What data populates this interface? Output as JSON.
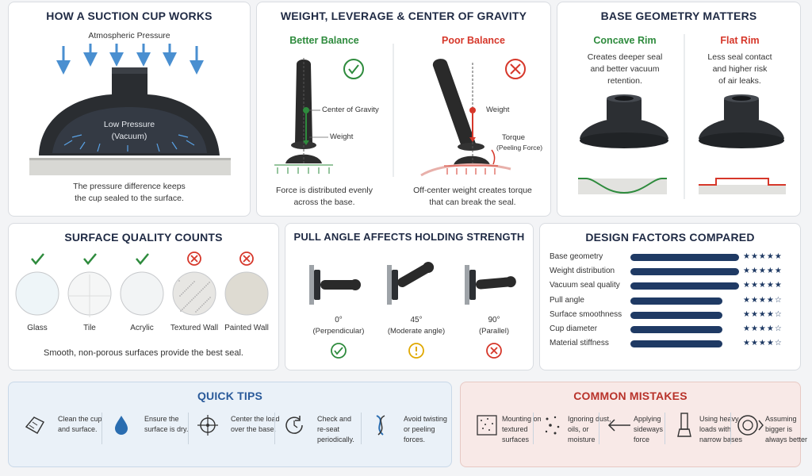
{
  "suction": {
    "title": "HOW A SUCTION CUP WORKS",
    "atmospheric": "Atmospheric Pressure",
    "low_pressure": "Low Pressure",
    "vacuum": "(Vacuum)",
    "caption1": "The pressure difference keeps",
    "caption2": "the cup sealed to the surface."
  },
  "weight": {
    "title": "WEIGHT, LEVERAGE & CENTER OF GRAVITY",
    "better": "Better Balance",
    "poor": "Poor Balance",
    "cog": "Center of Gravity",
    "weight_l": "Weight",
    "weight_r": "Weight",
    "torque": "Torque",
    "peeling": "(Peeling Force)",
    "cap_l1": "Force is distributed evenly",
    "cap_l2": "across the base.",
    "cap_r1": "Off-center weight creates torque",
    "cap_r2": "that can break the seal."
  },
  "geometry": {
    "title": "BASE GEOMETRY MATTERS",
    "concave": "Concave Rim",
    "flat": "Flat Rim",
    "concave_desc": [
      "Creates deeper seal",
      "and better vacuum",
      "retention."
    ],
    "flat_desc": [
      "Less seal contact",
      "and higher risk",
      "of air leaks."
    ]
  },
  "surface": {
    "title": "SURFACE QUALITY COUNTS",
    "items": [
      {
        "label": "Glass",
        "ok": true
      },
      {
        "label": "Tile",
        "ok": true
      },
      {
        "label": "Acrylic",
        "ok": true
      },
      {
        "label": "Textured Wall",
        "ok": false
      },
      {
        "label": "Painted Wall",
        "ok": false
      }
    ],
    "caption": "Smooth, non-porous surfaces provide the best seal."
  },
  "pull": {
    "title": "PULL ANGLE AFFECTS HOLDING STRENGTH",
    "angles": [
      {
        "deg": "0°",
        "desc": "(Perpendicular)",
        "status": "good"
      },
      {
        "deg": "45°",
        "desc": "(Moderate angle)",
        "status": "warn"
      },
      {
        "deg": "90°",
        "desc": "(Parallel)",
        "status": "bad"
      }
    ]
  },
  "factors": {
    "title": "DESIGN FACTORS COMPARED",
    "rows": [
      {
        "label": "Base geometry",
        "rating": 5
      },
      {
        "label": "Weight distribution",
        "rating": 5
      },
      {
        "label": "Vacuum seal quality",
        "rating": 5
      },
      {
        "label": "Pull angle",
        "rating": 4
      },
      {
        "label": "Surface smoothness",
        "rating": 4
      },
      {
        "label": "Cup diameter",
        "rating": 4
      },
      {
        "label": "Material stiffness",
        "rating": 4
      }
    ]
  },
  "tips": {
    "title": "QUICK TIPS",
    "items": [
      {
        "icon": "hand-cloth-icon",
        "lines": [
          "Clean the cup",
          "and surface."
        ]
      },
      {
        "icon": "water-drop-icon",
        "lines": [
          "Ensure the",
          "surface is dry."
        ]
      },
      {
        "icon": "crosshair-icon",
        "lines": [
          "Center the load",
          "over the base."
        ]
      },
      {
        "icon": "refresh-clock-icon",
        "lines": [
          "Check and",
          "re-seat",
          "periodically."
        ]
      },
      {
        "icon": "twist-icon",
        "lines": [
          "Avoid twisting",
          "or peeling",
          "forces."
        ]
      }
    ]
  },
  "mistakes": {
    "title": "COMMON MISTAKES",
    "items": [
      {
        "icon": "textured-surface-icon",
        "lines": [
          "Mounting on",
          "textured",
          "surfaces"
        ]
      },
      {
        "icon": "dust-icon",
        "lines": [
          "Ignoring dust,",
          "oils, or",
          "moisture"
        ]
      },
      {
        "icon": "arrow-left-icon",
        "lines": [
          "Applying",
          "sideways",
          "force"
        ]
      },
      {
        "icon": "heavy-load-icon",
        "lines": [
          "Using heavy",
          "loads with",
          "narrow bases"
        ]
      },
      {
        "icon": "size-circles-icon",
        "lines": [
          "Assuming",
          "bigger is",
          "always better"
        ]
      }
    ]
  },
  "colors": {
    "navy": "#1f3a64",
    "green": "#2e8b3d",
    "red": "#d6372a",
    "amber": "#e0a800"
  }
}
